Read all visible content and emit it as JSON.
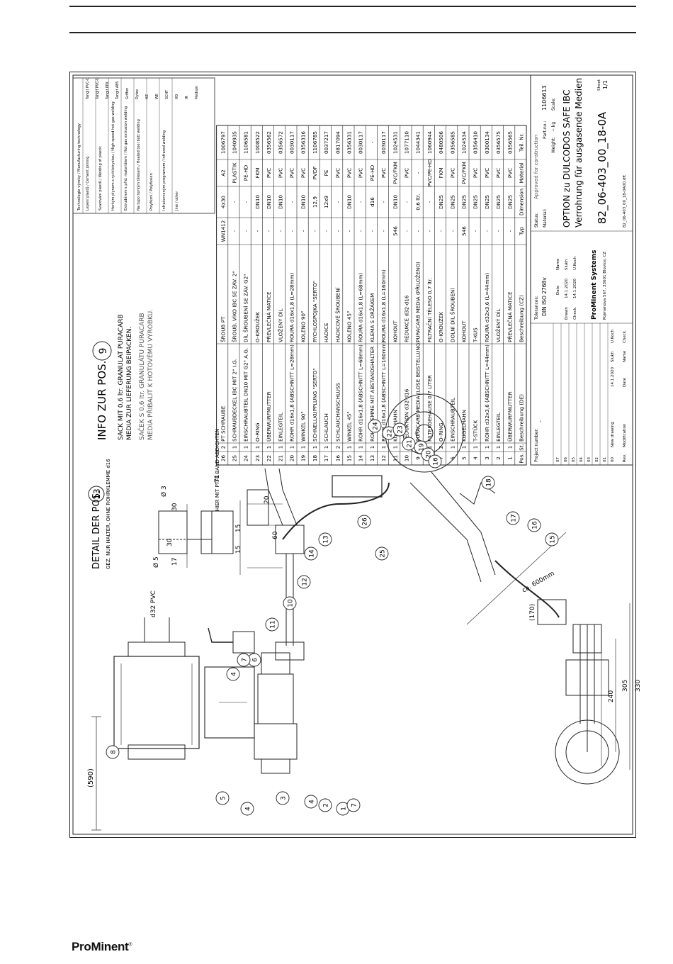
{
  "brand": {
    "logo_pro": "Pro",
    "logo_minent": "Minent",
    "logo_reg": "®"
  },
  "drawing": {
    "info_title": "INFO ZUR POS.",
    "info_pos": "9",
    "info_lines": [
      "SACK MIT 0,6 ltr. GRANULAT PURACARB",
      "MEDIA ZUR LIEFERUNG BEIPACKEN.",
      "SAČEK S 0,6 ltr. GRANULÁTU PURACARB",
      "MEDIA PŘIBALIT K HOTOVÉMU VÝROBKU."
    ],
    "detail_title": "DETAIL DER POS.",
    "detail_pos": "13",
    "detail_note": "GEZ. NUR HALTER, OHNE ROHRKLEMME d16",
    "detail_dims": [
      "Ø 3",
      "30",
      "71",
      "30",
      "15",
      "60",
      "15",
      "20",
      "Ø 5",
      "17"
    ],
    "ptfe_note": "HIER MIT PTFE BAND ABDICHTEN",
    "pipe_label": "d32 PVC",
    "dims": [
      "(590)",
      "ca. 600mm",
      "(170)",
      "305",
      "240",
      "330"
    ],
    "bubbles_left": [
      "8",
      "5",
      "4",
      "3",
      "4",
      "2",
      "1",
      "7"
    ],
    "bubbles_top": [
      "6",
      "7",
      "4",
      "11",
      "10",
      "12",
      "14",
      "13",
      "26"
    ],
    "bubbles_right": [
      "25",
      "24",
      "22",
      "23",
      "21",
      "19",
      "20",
      "16",
      "18",
      "17",
      "16",
      "15"
    ]
  },
  "parts": {
    "headers": [
      "Pos.",
      "St.",
      "Beschreibung (DE)",
      "Beschreibung (CZ)",
      "Typ",
      "Dimension",
      "Material",
      "Teil. Nr."
    ],
    "rows": [
      [
        "26",
        "2",
        "PT SCHRAUBE",
        "ŠROUB PT",
        "WN1412",
        "4x30",
        "A2",
        "1006797"
      ],
      [
        "25",
        "1",
        "SCHRAUBDECKEL IBC MIT 2\" I.G.",
        "ŠROUB. VÍKO IBC SE ZÁV. 2\"",
        "-",
        "-",
        "PLASTIK",
        "1040935"
      ],
      [
        "24",
        "1",
        "EINSCHRAUBTEIL DN10 MIT G2\" A.G.",
        "DÍL ŠROUBENÍ SE ZÁV. G2\"",
        "-",
        "-",
        "PE-HD",
        "1106581"
      ],
      [
        "23",
        "1",
        "O-RING",
        "O-KROUŽEK",
        "-",
        "DN10",
        "FKM",
        "1008522"
      ],
      [
        "22",
        "1",
        "ÜBERWURFMUTTER",
        "PŘEVLEČNÁ MATICE",
        "-",
        "DN10",
        "PVC",
        "0356562"
      ],
      [
        "21",
        "1",
        "EINLEGTEIL",
        "VLOŽENÝ DÍL",
        "-",
        "DN10",
        "PVC",
        "0356572"
      ],
      [
        "20",
        "1",
        "ROHR d16x1,8 (ABSCHNITT L=28mm)",
        "ROURA d16x1,8 (L=28mm)",
        "-",
        "-",
        "PVC",
        "0030117"
      ],
      [
        "19",
        "1",
        "WINKEL 90°",
        "KOLENO 90°",
        "-",
        "DN10",
        "PVC",
        "0356316"
      ],
      [
        "18",
        "1",
        "SCHNELLKUPPLUNG \"SERTO\"",
        "RYCHLOSPOJKA \"SERTO\"",
        "-",
        "12,9",
        "PVDF",
        "1106785"
      ],
      [
        "17",
        "1",
        "SCHLAUCH",
        "HADICE",
        "-",
        "12x9",
        "PE",
        "0037217"
      ],
      [
        "16",
        "2",
        "SCHLAUCHANSCHLUSS",
        "HADICOVÉ ŠROUBENÍ",
        "-",
        "-",
        "PVC",
        "0817094"
      ],
      [
        "15",
        "1",
        "WINKEL 45°",
        "KOLENO 45°",
        "-",
        "DN10",
        "PVC",
        "0356331"
      ],
      [
        "14",
        "1",
        "ROHR d16x1,8 (ABSCHNITT L=68mm)",
        "ROURA d16x1,8 (L=68mm)",
        "-",
        "-",
        "PVC",
        "0030117"
      ],
      [
        "13",
        "1",
        "ROHRKLEMME MIT ABSTANDSHALTER",
        "KLEMA S DRŽÁKEM",
        "-",
        "d16",
        "PE-HD",
        "-"
      ],
      [
        "12",
        "1",
        "ROHR d16x1,8 (ABSCHNITT L=160mm)",
        "ROURA d16x1,8 (L=160mm)",
        "-",
        "-",
        "PVC",
        "0030117"
      ],
      [
        "11",
        "1",
        "KUGELHAHN",
        "KOHOUT",
        "546",
        "DN10",
        "PVC/FKM",
        "1024531"
      ],
      [
        "10",
        "1",
        "REDUKTION d32-d16",
        "REDUKCE d32-d16",
        "-",
        "-",
        "PVC",
        "1077110"
      ],
      [
        "9",
        "1",
        "PURACARB MEDIA (LOSE BEISTELLUNG)",
        "PURACARB MEDIA (PŘILOŽENO)",
        "-",
        "0,6 ltr.",
        "-",
        "1044341"
      ],
      [
        "8",
        "1",
        "FILTERGEHÄUSE 0,7 LITER",
        "FILTRAČNÍ TĚLESO 0,7 ltr.",
        "-",
        "-",
        "PVC/PE-HD",
        "1060944"
      ],
      [
        "7",
        "2",
        "O-RING",
        "O-KROUŽEK",
        "-",
        "DN25",
        "FKM",
        "0480506"
      ],
      [
        "6",
        "1",
        "EINSCHRAUBTEIL",
        "DOLNÍ DÍL ŠROUBENÍ",
        "-",
        "DN25",
        "PVC",
        "0356585"
      ],
      [
        "5",
        "1",
        "KUGELHAHN",
        "KOHOUT",
        "546",
        "DN25",
        "PVC/FKM",
        "1024534"
      ],
      [
        "4",
        "1",
        "T-STÜCK",
        "T-KUS",
        "-",
        "DN25",
        "PVC",
        "0356410"
      ],
      [
        "3",
        "1",
        "ROHR d32x3,6 (ABSCHNITT L=44mm)",
        "ROURA d32x3,6 (L=44mm)",
        "-",
        "DN25",
        "PVC",
        "0300134"
      ],
      [
        "2",
        "1",
        "EINLEGTEIL",
        "VLOŽENÝ DÍL",
        "-",
        "DN25",
        "PVC",
        "0356575"
      ],
      [
        "1",
        "1",
        "ÜBERWURFMUTTER",
        "PŘEVLEČNÁ MATICE",
        "-",
        "DN25",
        "PVC",
        "0356565"
      ]
    ]
  },
  "tech": {
    "title": "Technologie výroby / Manufacturing technology",
    "rows": [
      "Lepení plastů / Cement joining",
      "Svarování plastů / Welding of plastic",
      "Horkým plynem s rychlotryskou / High speed hot gas welding",
      "Extrudérem s přid. materiálem / Hot gas extrusion welding",
      "Na tupo horkým tělesem / Heated tool butt welding",
      "Polyfúzní / Polyfusion",
      "Infračerveným programem / Infrared welding",
      "Jiné / other"
    ],
    "codes": [
      "Tangit PVC-C",
      "Tangit PVC-U",
      "Tangit PPX",
      "Tangit ABS",
      "Griffon",
      "Dytex",
      "HZ",
      "WE",
      "SCHT",
      "HD",
      "IR",
      "Medium"
    ]
  },
  "title_block": {
    "tolerances_label": "Tolerances:",
    "tolerances": "DIN ISO 2768v",
    "status_label": "Status:",
    "status": "Approved for construction",
    "part_no_label": "Part-no.:",
    "part_no": "1106613",
    "material_label": "Material:",
    "weight_label": "Weight:",
    "weight": "~ kg",
    "scale_label": "Scale:",
    "title_line1": "OPTION zu DULCODOS SAFE IBC",
    "title_line2": "Verrohrung für ausgasende Medien",
    "drawing_no": "82_06-403_00_18-0A",
    "sheet_label": "Sheet",
    "sheet": "1/1",
    "file": "82_06-403_00_18-0A00.dft",
    "project_label": "Project number:",
    "project": "-",
    "drawn_label": "Drawn",
    "checked_label": "Check.",
    "date_label": "Date",
    "name_label": "Name",
    "drawn_date": "14.1.2020",
    "drawn_name": "Slukh",
    "checked_date": "14.1.2020",
    "checked_name": "U.Koch",
    "company": "ProMinent Systems",
    "address": "Pojmanova 567, 33601 Blovice, CZ",
    "rev_rows": [
      "07",
      "06",
      "05",
      "04",
      "03",
      "02",
      "01",
      "00"
    ],
    "rev_00_text": "New drawing",
    "rev_00_date": "14.1.2020",
    "rev_00_name": "Slukh",
    "rev_00_check": "U.Koch",
    "rev_headers": [
      "Rev.",
      "Modification",
      "Date",
      "Name",
      "Check."
    ]
  }
}
